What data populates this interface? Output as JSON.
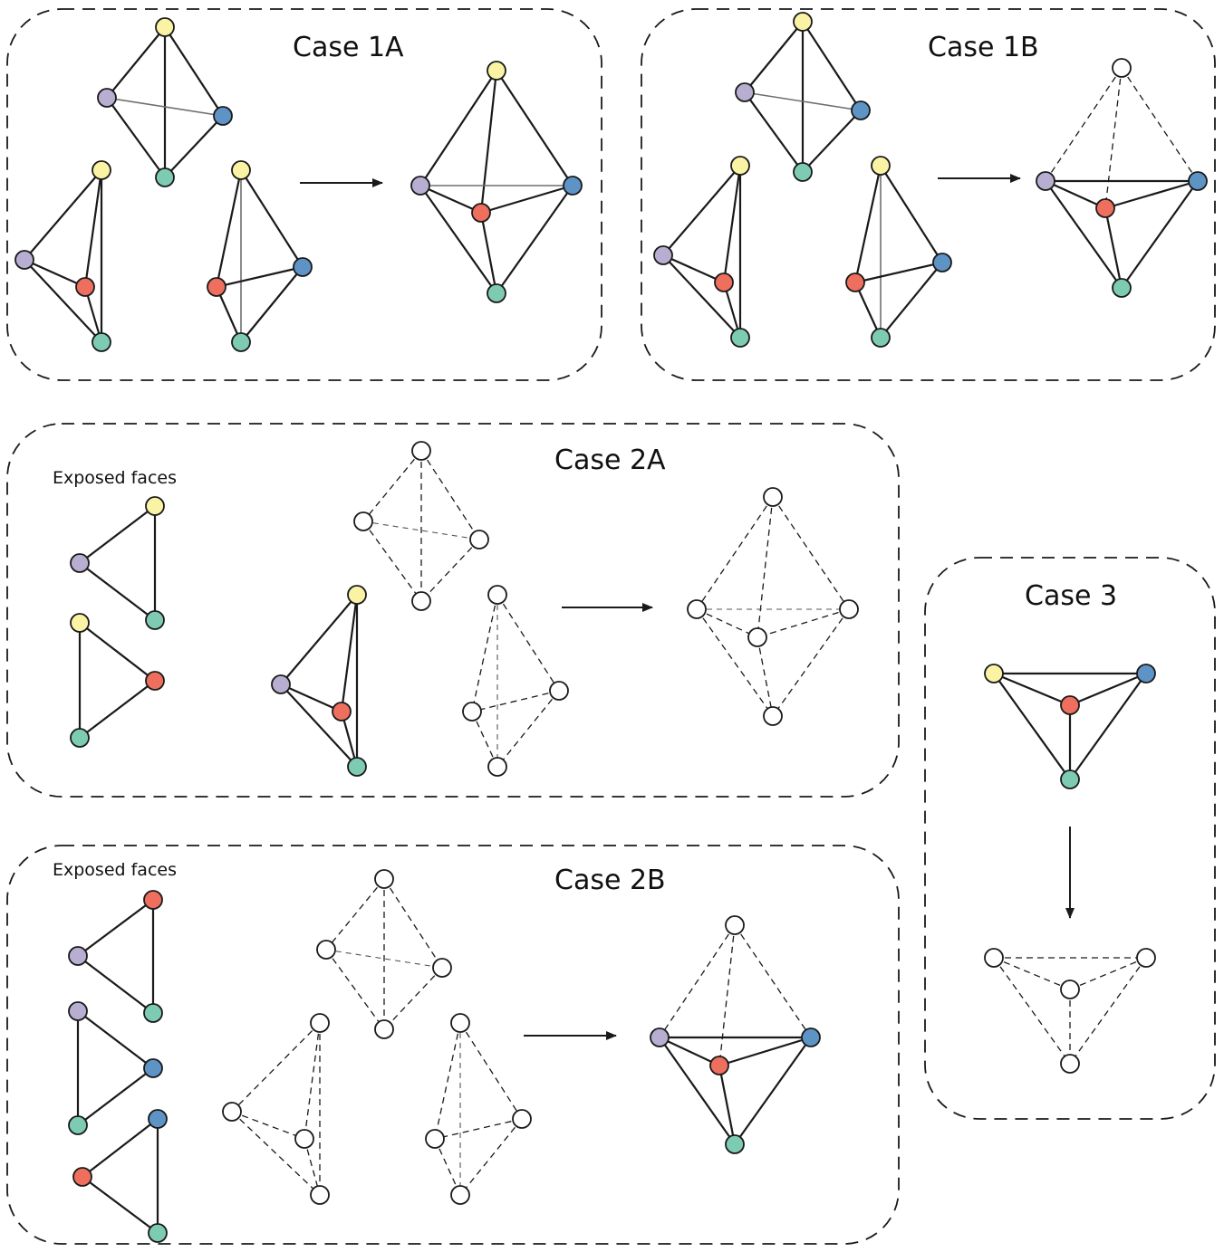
{
  "panels": {
    "case_1a": {
      "title": "Case 1A"
    },
    "case_1b": {
      "title": "Case 1B"
    },
    "case_2a": {
      "title": "Case 2A",
      "subtitle": "Exposed faces"
    },
    "case_2b": {
      "title": "Case 2B",
      "subtitle": "Exposed faces"
    },
    "case_3": {
      "title": "Case 3"
    }
  },
  "colors": {
    "yellow": "#faf3a4",
    "blue": "#5e93c6",
    "purple": "#b8aed2",
    "red": "#ee6f5e",
    "teal": "#7ecbb4",
    "empty": "#ffffff",
    "stroke": "#1a1a1a"
  }
}
